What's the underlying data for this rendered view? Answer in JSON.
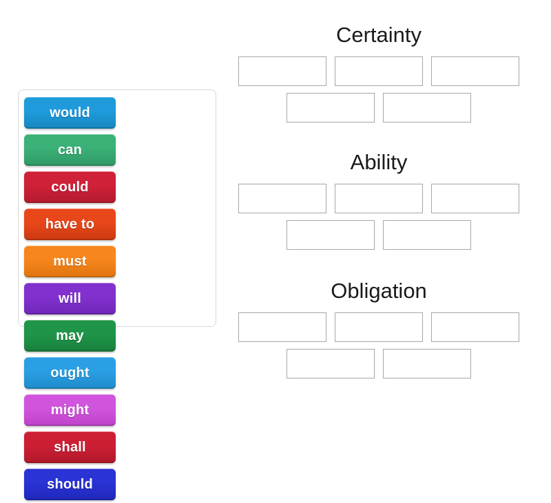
{
  "activity": {
    "type": "group-sort",
    "tray_label": "word tiles tray"
  },
  "tiles": [
    {
      "label": "would",
      "color": "#1f9bdb",
      "color_dark": "#1786c0"
    },
    {
      "label": "can",
      "color": "#3bb077",
      "color_dark": "#2f9964"
    },
    {
      "label": "could",
      "color": "#cf2138",
      "color_dark": "#b41a2e"
    },
    {
      "label": "have to",
      "color": "#e8471a",
      "color_dark": "#cc3a11"
    },
    {
      "label": "must",
      "color": "#f7861c",
      "color_dark": "#e07410"
    },
    {
      "label": "will",
      "color": "#8231cf",
      "color_dark": "#7027b8"
    },
    {
      "label": "may",
      "color": "#1f9549",
      "color_dark": "#18803c"
    },
    {
      "label": "ought",
      "color": "#2b9fe3",
      "color_dark": "#1f8bcb"
    },
    {
      "label": "might",
      "color": "#d154dd",
      "color_dark": "#bd43c9"
    },
    {
      "label": "shall",
      "color": "#cc1f34",
      "color_dark": "#b3182b"
    },
    {
      "label": "should",
      "color": "#2a33d4",
      "color_dark": "#1f28bb"
    }
  ],
  "groups": [
    {
      "title": "Certainty",
      "top_row_slots": [
        "",
        "",
        ""
      ],
      "bottom_row_slots": [
        "",
        ""
      ]
    },
    {
      "title": "Ability",
      "top_row_slots": [
        "",
        "",
        ""
      ],
      "bottom_row_slots": [
        "",
        ""
      ]
    },
    {
      "title": "Obligation",
      "top_row_slots": [
        "",
        "",
        ""
      ],
      "bottom_row_slots": [
        "",
        ""
      ]
    }
  ],
  "colors": {
    "page_background": "#ffffff",
    "tray_border": "#d9d9d9",
    "slot_border": "#a6a6a6",
    "title_text": "#1a1a1a",
    "tile_text": "#ffffff"
  }
}
